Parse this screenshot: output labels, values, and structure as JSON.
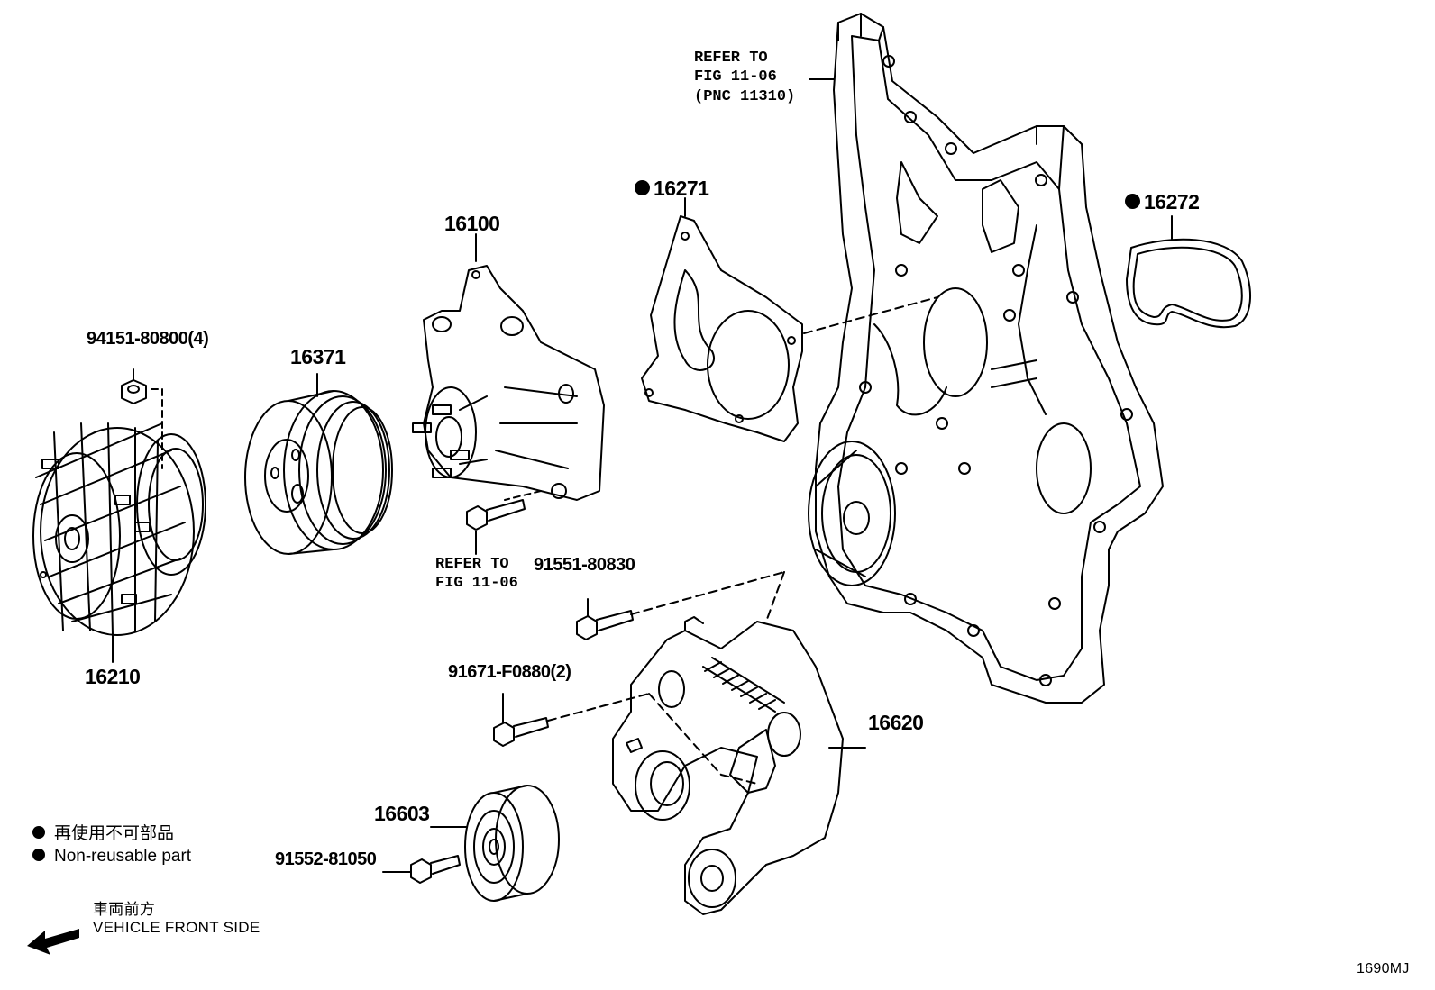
{
  "parts": {
    "p94151": "94151-80800(4)",
    "p16371": "16371",
    "p16100": "16100",
    "p16271": "16271",
    "p16272": "16272",
    "p16210": "16210",
    "p91551": "91551-80830",
    "p91671": "91671-F0880(2)",
    "p16620": "16620",
    "p16603": "16603",
    "p91552": "91552-81050"
  },
  "references": {
    "top_line1": "REFER TO",
    "top_line2": "FIG 11-06",
    "top_line3": "(PNC 11310)",
    "mid_line1": "REFER TO",
    "mid_line2": "FIG 11-06"
  },
  "legend": {
    "jp": "再使用不可部品",
    "en": "Non-reusable part"
  },
  "direction": {
    "jp": "車両前方",
    "en": "VEHICLE FRONT SIDE"
  },
  "figure_code": "1690MJ"
}
